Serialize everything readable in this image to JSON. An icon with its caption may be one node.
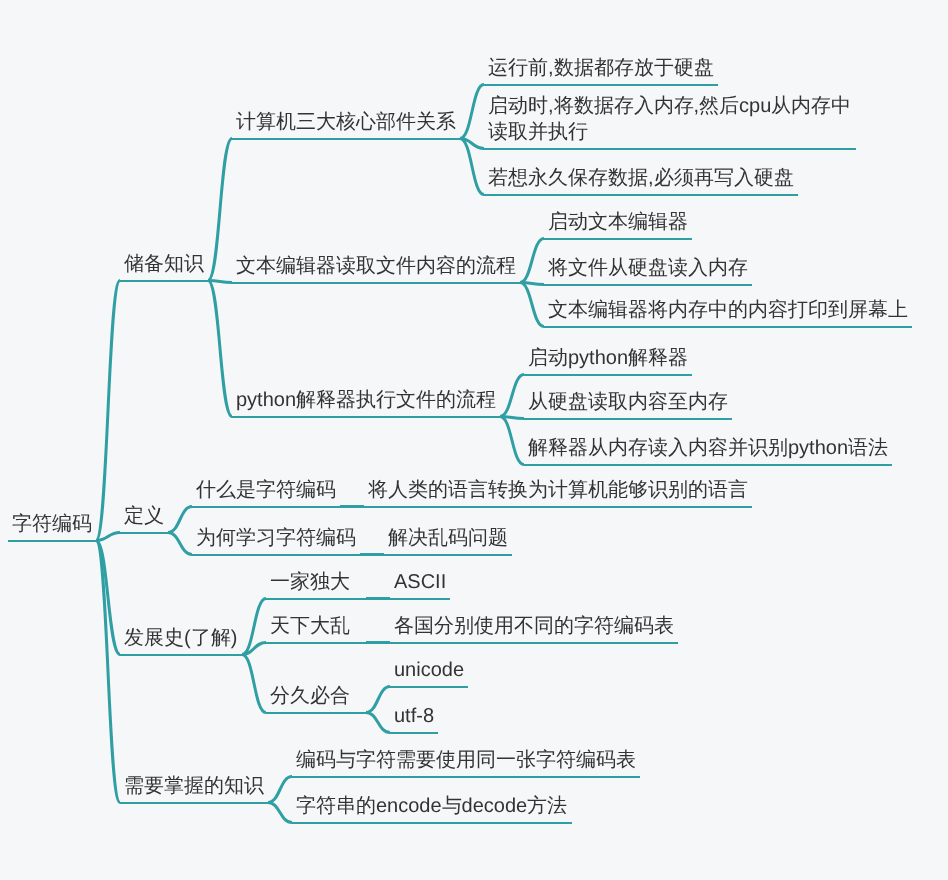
{
  "diagram": {
    "nodes": [
      {
        "text": [
          "字符编码"
        ]
      },
      {
        "text": [
          "储备知识"
        ]
      },
      {
        "text": [
          "计算机三大核心部件关系"
        ]
      },
      {
        "text": [
          "运行前,数据都存放于硬盘"
        ]
      },
      {
        "text": [
          "启动时,将数据存入内存,然后cpu从内存中读取并执行"
        ]
      },
      {
        "text": [
          "若想永久保存数据,必须再写入硬盘"
        ]
      },
      {
        "text": [
          "文本编辑器读取文件内容的流程"
        ]
      },
      {
        "text": [
          "启动文本编辑器"
        ]
      },
      {
        "text": [
          "将文件从硬盘读入内存"
        ]
      },
      {
        "text": [
          "文本编辑器将内存中的内容打印到屏幕上"
        ]
      },
      {
        "text": [
          "python解释器执行文件的流程"
        ]
      },
      {
        "text": [
          "启动python解释器"
        ]
      },
      {
        "text": [
          "从硬盘读取内容至内存"
        ]
      },
      {
        "text": [
          "解释器从内存读入内容并识别python语法"
        ]
      },
      {
        "text": [
          "定义"
        ]
      },
      {
        "text": [
          "什么是字符编码"
        ]
      },
      {
        "text": [
          "将人类的语言转换为计算机能够识别的语言"
        ]
      },
      {
        "text": [
          "为何学习字符编码"
        ]
      },
      {
        "text": [
          "解决乱码问题"
        ]
      },
      {
        "text": [
          "发展史(了解)"
        ]
      },
      {
        "text": [
          "一家独大"
        ]
      },
      {
        "text": [
          "ASCII"
        ]
      },
      {
        "text": [
          "天下大乱"
        ]
      },
      {
        "text": [
          "各国分别使用不同的字符编码表"
        ]
      },
      {
        "text": [
          "分久必合"
        ]
      },
      {
        "text": [
          "unicode"
        ]
      },
      {
        "text": [
          "utf-8"
        ]
      },
      {
        "text": [
          "需要掌握的知识"
        ]
      },
      {
        "text": [
          "编码与字符需要使用同一张字符编码表"
        ]
      },
      {
        "text": [
          "字符串的encode与decode方法"
        ]
      }
    ],
    "edges": [
      {
        "from": 0,
        "to": 1,
        "arrow": "none"
      },
      {
        "from": 0,
        "to": 14,
        "arrow": "none"
      },
      {
        "from": 0,
        "to": 19,
        "arrow": "none"
      },
      {
        "from": 0,
        "to": 27,
        "arrow": "none"
      },
      {
        "from": 1,
        "to": 2,
        "arrow": "none"
      },
      {
        "from": 1,
        "to": 6,
        "arrow": "none"
      },
      {
        "from": 1,
        "to": 10,
        "arrow": "none"
      },
      {
        "from": 2,
        "to": 3,
        "arrow": "none"
      },
      {
        "from": 2,
        "to": 4,
        "arrow": "none"
      },
      {
        "from": 2,
        "to": 5,
        "arrow": "none"
      },
      {
        "from": 6,
        "to": 7,
        "arrow": "none"
      },
      {
        "from": 6,
        "to": 8,
        "arrow": "none"
      },
      {
        "from": 6,
        "to": 9,
        "arrow": "none"
      },
      {
        "from": 10,
        "to": 11,
        "arrow": "none"
      },
      {
        "from": 10,
        "to": 12,
        "arrow": "none"
      },
      {
        "from": 10,
        "to": 13,
        "arrow": "none"
      },
      {
        "from": 14,
        "to": 15,
        "arrow": "none"
      },
      {
        "from": 14,
        "to": 17,
        "arrow": "none"
      },
      {
        "from": 15,
        "to": 16,
        "arrow": "none"
      },
      {
        "from": 17,
        "to": 18,
        "arrow": "none"
      },
      {
        "from": 19,
        "to": 20,
        "arrow": "none"
      },
      {
        "from": 19,
        "to": 22,
        "arrow": "none"
      },
      {
        "from": 19,
        "to": 24,
        "arrow": "none"
      },
      {
        "from": 20,
        "to": 21,
        "arrow": "none"
      },
      {
        "from": 22,
        "to": 23,
        "arrow": "none"
      },
      {
        "from": 24,
        "to": 25,
        "arrow": "none"
      },
      {
        "from": 24,
        "to": 26,
        "arrow": "none"
      },
      {
        "from": 27,
        "to": 28,
        "arrow": "none"
      },
      {
        "from": 27,
        "to": 29,
        "arrow": "none"
      }
    ]
  }
}
